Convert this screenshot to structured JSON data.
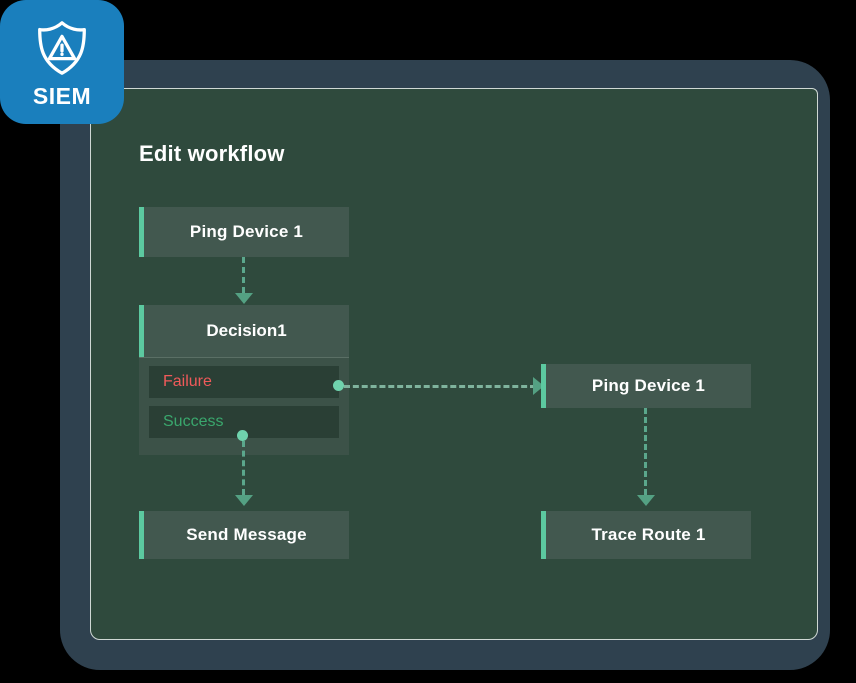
{
  "badge": {
    "label": "SIEM",
    "icon": "shield-warning-icon",
    "background_color": "#1a7fbd"
  },
  "panel": {
    "title": "Edit workflow",
    "background_color": "#2f4a3d",
    "frame_color": "#2f414f"
  },
  "workflow": {
    "accent_color": "#5cc9a0",
    "node_color": "#42584f",
    "connector_color": "#5ba78c",
    "nodes": [
      {
        "id": "ping-device-1-left",
        "label": "Ping Device 1"
      },
      {
        "id": "decision1",
        "label": "Decision1"
      },
      {
        "id": "ping-device-1-right",
        "label": "Ping Device 1"
      },
      {
        "id": "send-message",
        "label": "Send Message"
      },
      {
        "id": "trace-route-1",
        "label": "Trace Route 1"
      }
    ],
    "decision_branches": [
      {
        "id": "failure",
        "label": "Failure",
        "color": "#f05a5a"
      },
      {
        "id": "success",
        "label": "Success",
        "color": "#3aa76d"
      }
    ]
  }
}
